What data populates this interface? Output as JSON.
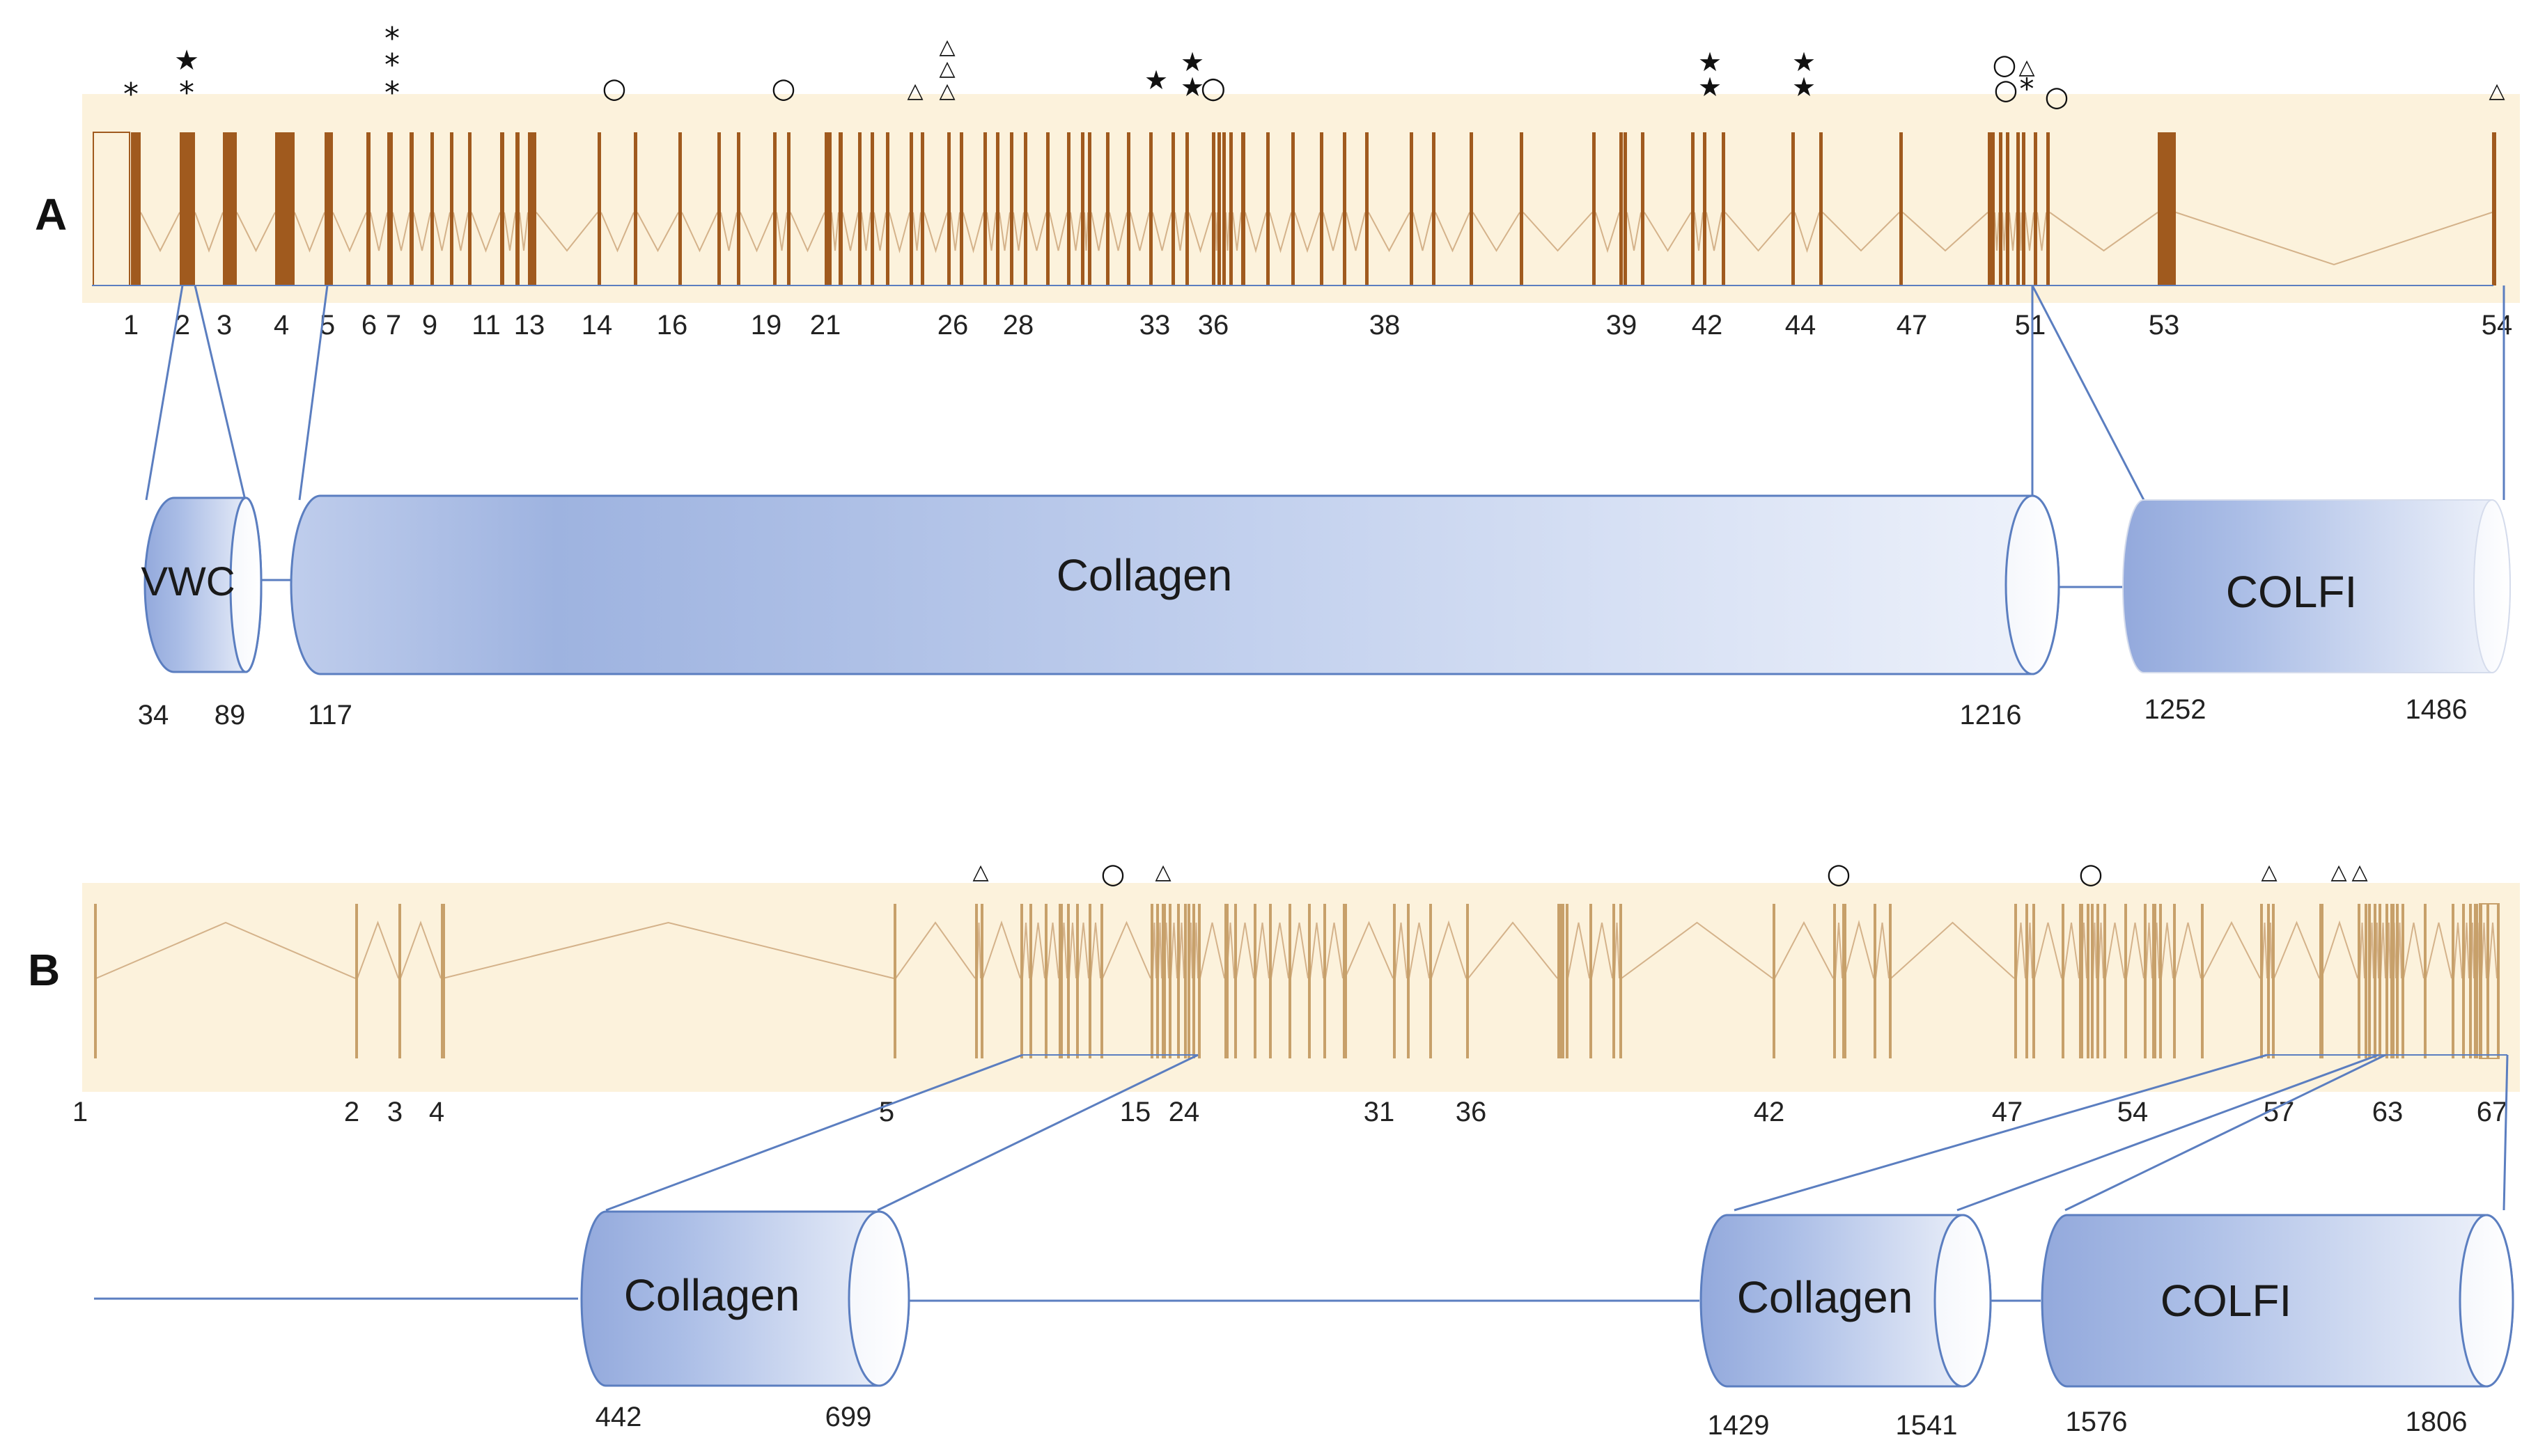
{
  "colors": {
    "band": "#fcf2dc",
    "exon_a": "#a05a1e",
    "exon_b": "#c7a06a",
    "intron": "#d4b28a",
    "domain": "#9db2df",
    "connector": "#5b7ec0"
  },
  "panels": [
    {
      "id": "A",
      "label": "A",
      "exon_labels": [
        "1",
        "2",
        "3",
        "4",
        "5",
        "6",
        "7",
        "9",
        "11",
        "13",
        "14",
        "16",
        "19",
        "21",
        "26",
        "28",
        "33",
        "36",
        "38",
        "39",
        "42",
        "44",
        "47",
        "51",
        "53",
        "54"
      ],
      "markers": [
        {
          "symbol": "*"
        },
        {
          "symbol": "★"
        },
        {
          "symbol": "*"
        },
        {
          "symbol": "*"
        },
        {
          "symbol": "*"
        },
        {
          "symbol": "*"
        },
        {
          "symbol": "○"
        },
        {
          "symbol": "○"
        },
        {
          "symbol": "△"
        },
        {
          "symbol": "△"
        },
        {
          "symbol": "△"
        },
        {
          "symbol": "△"
        },
        {
          "symbol": "★"
        },
        {
          "symbol": "★"
        },
        {
          "symbol": "★"
        },
        {
          "symbol": "○"
        },
        {
          "symbol": "★"
        },
        {
          "symbol": "★"
        },
        {
          "symbol": "★"
        },
        {
          "symbol": "★"
        },
        {
          "symbol": "○"
        },
        {
          "symbol": "△"
        },
        {
          "symbol": "○"
        },
        {
          "symbol": "*"
        },
        {
          "symbol": "○"
        },
        {
          "symbol": "△"
        }
      ],
      "domains": [
        {
          "label": "VWC",
          "start": "34",
          "end": "89"
        },
        {
          "label": "Collagen",
          "start": "117",
          "end": "1216"
        },
        {
          "label": "COLFI",
          "start": "1252",
          "end": "1486"
        }
      ]
    },
    {
      "id": "B",
      "label": "B",
      "exon_labels": [
        "1",
        "2",
        "3",
        "4",
        "5",
        "15",
        "24",
        "31",
        "36",
        "42",
        "47",
        "54",
        "57",
        "63",
        "67"
      ],
      "markers": [
        {
          "symbol": "△"
        },
        {
          "symbol": "○"
        },
        {
          "symbol": "△"
        },
        {
          "symbol": "○"
        },
        {
          "symbol": "○"
        },
        {
          "symbol": "△"
        },
        {
          "symbol": "△"
        },
        {
          "symbol": "△"
        }
      ],
      "domains": [
        {
          "label": "Collagen",
          "start": "442",
          "end": "699"
        },
        {
          "label": "Collagen",
          "start": "1429",
          "end": "1541"
        },
        {
          "label": "COLFI",
          "start": "1576",
          "end": "1806"
        }
      ]
    }
  ]
}
